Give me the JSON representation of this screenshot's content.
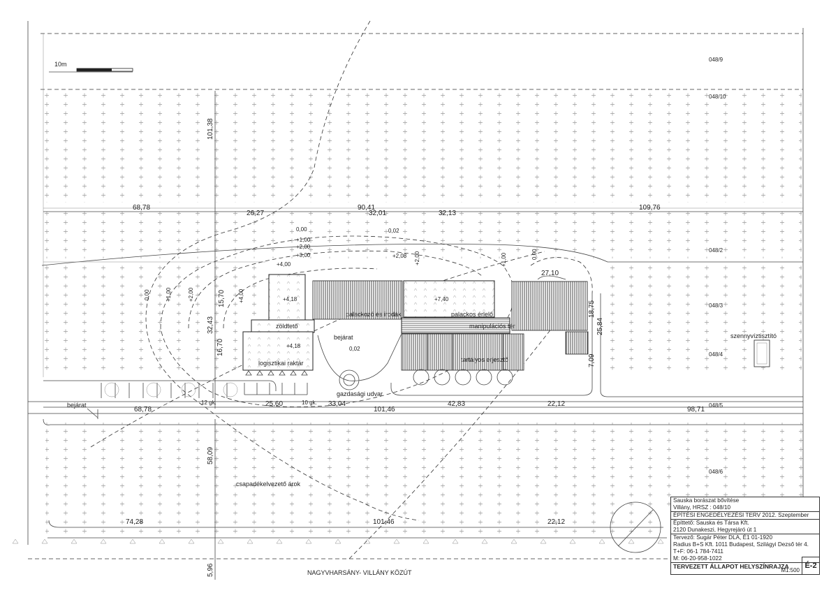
{
  "scale_bar": {
    "label": "10m"
  },
  "parcels": [
    "048/9",
    "048/10",
    "048/2",
    "048/3",
    "048/4",
    "048/5",
    "048/6"
  ],
  "dimensions": {
    "top_row": [
      "68,78",
      "26,27",
      "90,41",
      "32,01",
      "32,13",
      "109,76"
    ],
    "road_row": [
      "68,78",
      "25,60",
      "33,04",
      "101,46",
      "42,83",
      "22,12",
      "98,71"
    ],
    "bottom_row": [
      "74,28",
      "101,46",
      "22,12"
    ],
    "vertical": [
      "101,38",
      "32,43",
      "15,70",
      "16,70",
      "58,09",
      "5,96",
      "18,75",
      "25,84",
      "7,09"
    ],
    "building": [
      "27,10"
    ]
  },
  "levels": [
    "0,00",
    "+1,00",
    "+2,00",
    "+3,00",
    "+4,00",
    "0,02",
    "+2,08",
    "+2,00",
    "+1,00",
    "0,00",
    "+4,18",
    "+7,40",
    "+4,18",
    "0,02",
    "0,00",
    "+1,00",
    "+2,00",
    "+4,00"
  ],
  "labels": {
    "bottling_offices": "palackozó és irodák",
    "bottle_aging": "palackos érlelő",
    "manipulation": "manipulációs tér",
    "green_roof": "zöldtető",
    "entrance": "bejárat",
    "logistics": "logisztikai  raktár",
    "tank_fermenter": "tartályos erjesztő",
    "yard": "gazdasági udvar",
    "wastewater": "szennyvíztisztító",
    "parking_12": "12 gk.",
    "parking_10": "10 gk.",
    "entrance_road": "bejárat",
    "ditch": "csapadékelvezető árok",
    "road": "NAGYVHARSÁNY- VILLÁNY KÖZÚT"
  },
  "title_block": {
    "project": "Sauska borászat bővítése",
    "location": "Villány, HRSZ : 048/10",
    "plan_type": "ÉPÍTÉSI ENGEDÉLYEZÉSI TERV 2012. Szeptember",
    "client": "Építtető: Sauska és Társa Kft.",
    "client_address": "2120 Dunakeszi, Hegyrejáró út 1",
    "designer": "Tervező: Sugár Péter DLA, É1 01-1920",
    "firm": "Radius B+S Kft. 1011 Budapest, Szilágyi Dezső tér 4.",
    "phone": "T+F: 06-1 784-7411",
    "mobile": "M:     06-20-958-1022",
    "drawing_title": "TERVEZETT ÁLLAPOT HELYSZÍNRAJZA",
    "scale": "M1:500",
    "sheet": "É-2"
  }
}
